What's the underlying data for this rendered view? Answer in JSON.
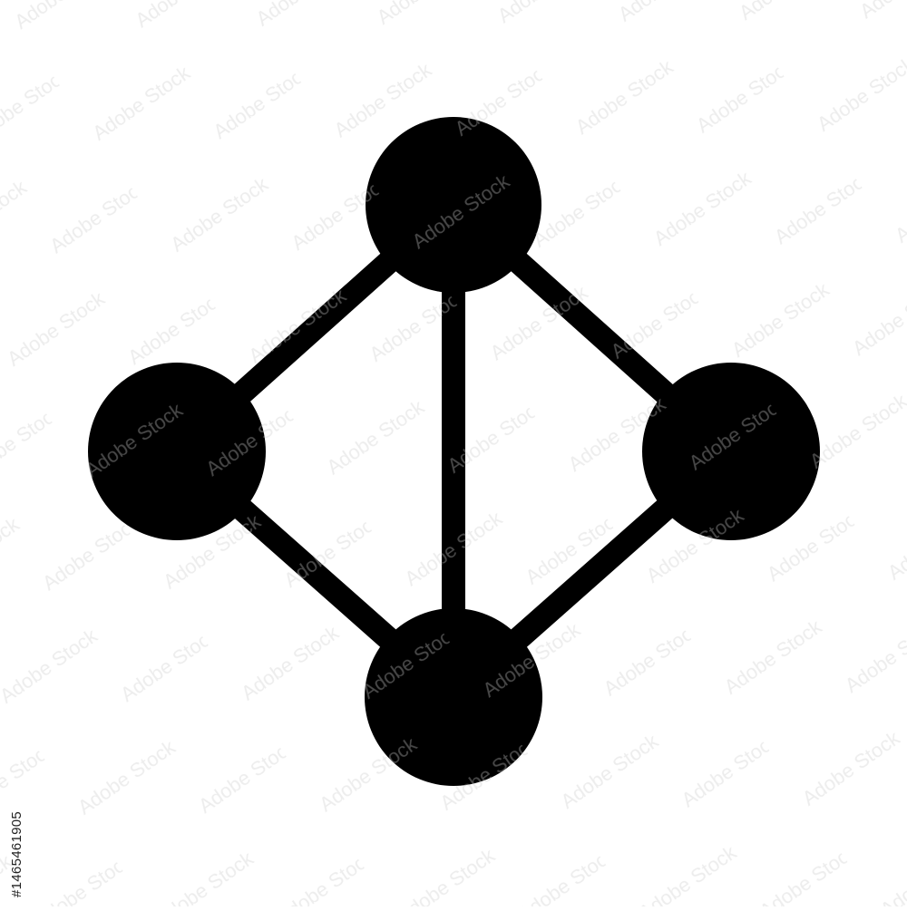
{
  "colors": {
    "background": "#ffffff",
    "shape": "#000000",
    "watermark": "#d9d9d9"
  },
  "icon": {
    "name": "network-nodes-icon",
    "nodes": [
      "top",
      "left",
      "right",
      "bottom"
    ],
    "edges": [
      [
        "top",
        "left"
      ],
      [
        "top",
        "right"
      ],
      [
        "top",
        "bottom"
      ],
      [
        "left",
        "bottom"
      ],
      [
        "right",
        "bottom"
      ]
    ]
  },
  "watermark": {
    "text": "Adobe Stock"
  },
  "stock_id": "#1465461905"
}
